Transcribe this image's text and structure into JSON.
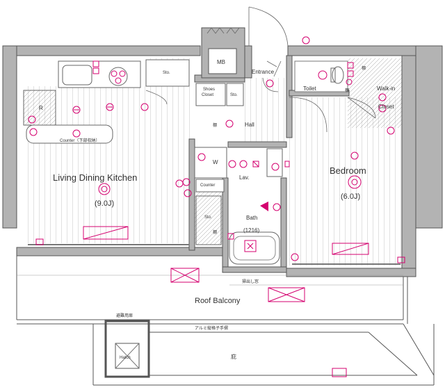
{
  "rooms": {
    "ldk": "Living Dining Kitchen",
    "ldk_size": "(9.0J)",
    "bedroom": "Bedroom",
    "bedroom_size": "(6.0J)",
    "entrance": "Entrance",
    "toilet": "Toilet",
    "walkin_line1": "Walk-in",
    "walkin_line2": "Closet",
    "hall": "Hall",
    "lav": "Lav.",
    "bath": "Bath",
    "bath_size": "(1216)",
    "balcony": "Roof Balcony",
    "mb": "MB",
    "sto_kitchen": "Sto.",
    "sto_hall": "Sto.",
    "sto_small": "Sto.",
    "shoes_line1": "Shoes",
    "shoes_line2": "Closet",
    "w": "W",
    "r": "R",
    "counter_lav": "Counter",
    "counter_kitchen": "Counter",
    "counter_kitchen_note": "（下部収納）",
    "shelf1": "棚",
    "shelf2": "棚",
    "shelf3": "棚",
    "shelf4": "棚",
    "hatch": "Hatch",
    "evac_door": "避難用扉",
    "aluminum_rail": "アルミ縦格子手摺",
    "eaves": "庇",
    "window_note": "掃出し窓"
  },
  "colors": {
    "wall": "#b3b3b3",
    "outline": "#555555",
    "equipment": "#d4006f"
  }
}
